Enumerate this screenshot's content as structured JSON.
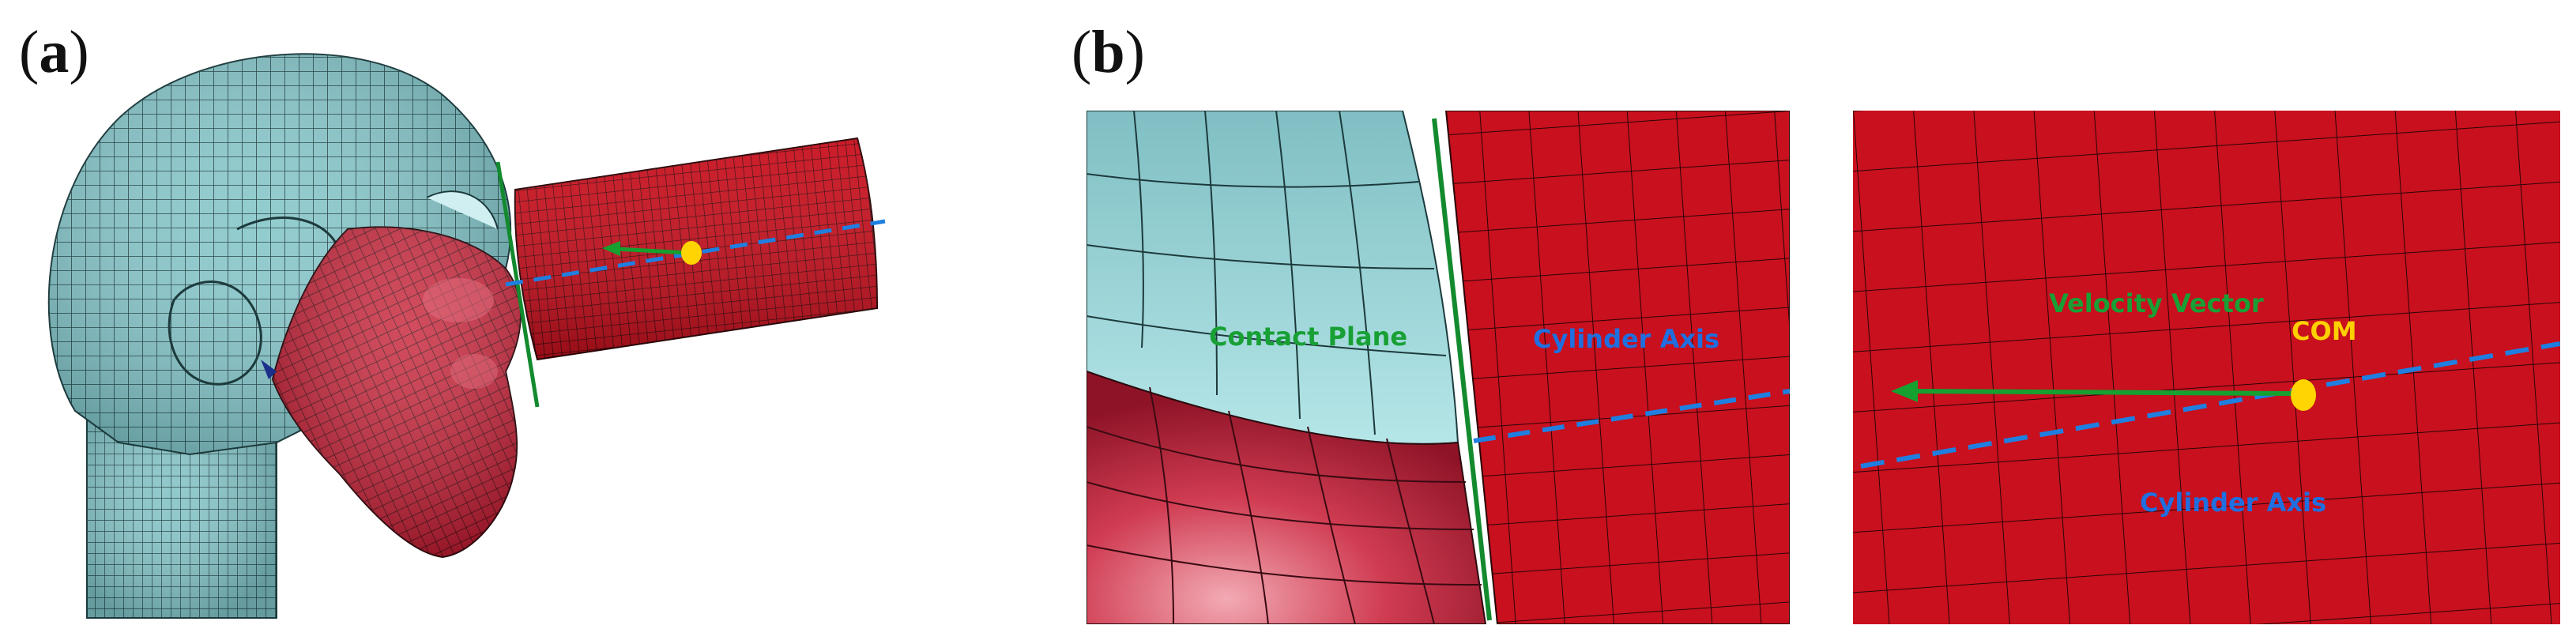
{
  "panels": {
    "a": {
      "label": "a"
    },
    "b": {
      "label": "b"
    }
  },
  "annotations": {
    "contact_plane": "Contact Plane",
    "cylinder_axis_left": "Cylinder Axis",
    "velocity_vector": "Velocity Vector",
    "com": "COM",
    "cylinder_axis_right": "Cylinder Axis"
  },
  "colors": {
    "head_mesh": "#8cc9cc",
    "face_mesh": "#c8253a",
    "cylinder_mesh": "#c8101e",
    "mesh_line": "#1a1a1a",
    "contact_plane": "#138a2e",
    "velocity_vector": "#15a030",
    "cylinder_axis": "#1f7fe0",
    "com_marker": "#ffd400",
    "label_green": "#18a035",
    "label_blue": "#1f6fe0",
    "label_yellow": "#ffd000"
  }
}
